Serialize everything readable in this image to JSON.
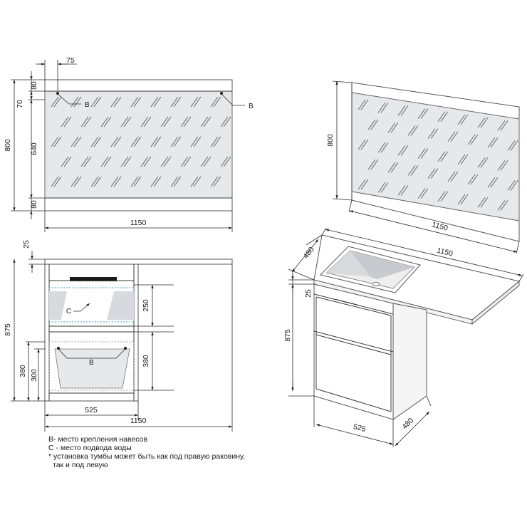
{
  "dimensions": {
    "d75": "75",
    "d80_top": "80",
    "d70": "70",
    "d800_left": "800",
    "d640": "640",
    "d80_bottom": "80",
    "d1150_mirror": "1150",
    "d25_front": "25",
    "d875_front": "875",
    "d250": "250",
    "d380_right": "380",
    "d380_left": "380",
    "d300": "300",
    "d525_front": "525",
    "d1150_front": "1150",
    "d800_iso": "800",
    "d1150_iso_mirror": "1150",
    "d480_top": "480",
    "d1150_iso_top": "1150",
    "d25_iso": "25",
    "d875_iso": "875",
    "d525_iso": "525",
    "d480_bottom": "480"
  },
  "labels": {
    "b1": "B",
    "b2": "B",
    "b3": "B",
    "c1": "C"
  },
  "legend": [
    "B- место крепления навесов",
    "C - место подвода воды",
    "* установка тумбы может быть как под правую раковину,",
    "так и под левую"
  ]
}
